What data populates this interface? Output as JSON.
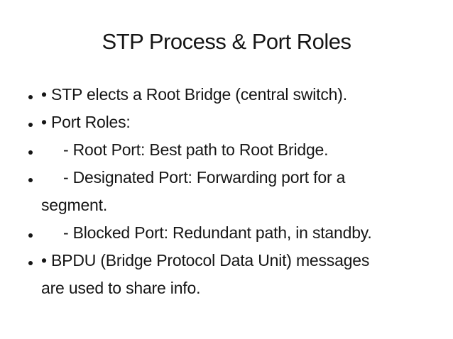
{
  "slide": {
    "title": "STP Process & Port Roles",
    "bullets": [
      "• STP elects a Root Bridge (central switch).",
      "• Port Roles:",
      "     - Root Port: Best path to Root Bridge.",
      "     - Designated Port: Forwarding port for a\nsegment.",
      "     - Blocked Port: Redundant path, in standby.",
      "• BPDU (Bridge Protocol Data Unit) messages\nare used to share info."
    ],
    "colors": {
      "background": "#ffffff",
      "text": "#161616"
    }
  }
}
